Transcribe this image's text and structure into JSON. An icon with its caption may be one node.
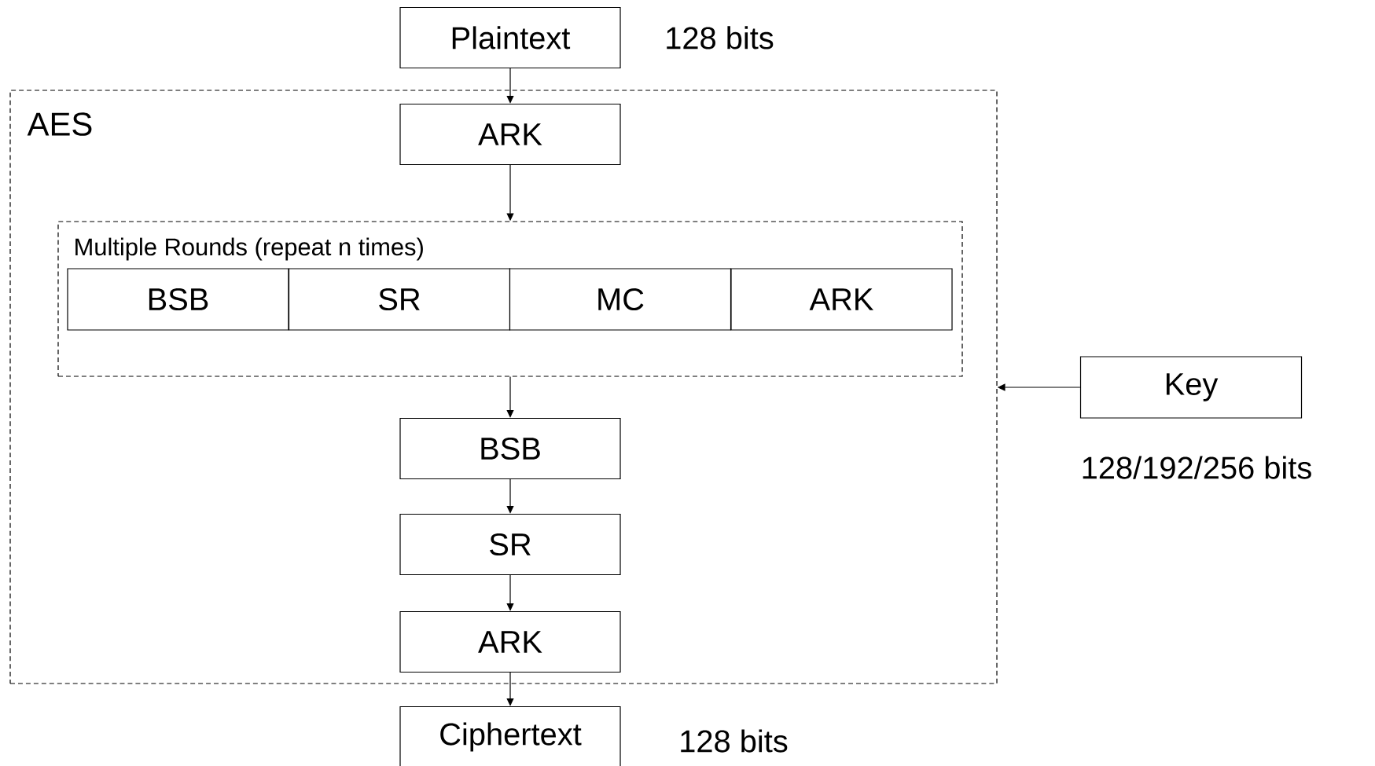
{
  "diagram": {
    "nodes": [
      {
        "text": [
          "Plaintext"
        ],
        "beside": [
          "128 bits"
        ]
      },
      {
        "text": [
          "AES"
        ]
      },
      {
        "text": [
          "ARK"
        ],
        "in": 1
      },
      {
        "text": [
          "Multiple Rounds (repeat n times)"
        ],
        "in": 1
      },
      {
        "text": [
          "BSB"
        ],
        "in": 3
      },
      {
        "text": [
          "SR"
        ],
        "in": 3
      },
      {
        "text": [
          "MC"
        ],
        "in": 3
      },
      {
        "text": [
          "ARK"
        ],
        "in": 3
      },
      {
        "text": [
          "BSB"
        ],
        "in": 1
      },
      {
        "text": [
          "SR"
        ],
        "in": 1
      },
      {
        "text": [
          "ARK"
        ],
        "in": 1
      },
      {
        "text": [
          "Ciphertext"
        ],
        "beside": [
          "128 bits"
        ]
      },
      {
        "text": [
          "Key"
        ],
        "beside": [
          "128/192/256 bits"
        ]
      }
    ],
    "edges": [
      {
        "from": 0,
        "to": 2,
        "arrow": "to"
      },
      {
        "from": 2,
        "to": 3,
        "arrow": "to"
      },
      {
        "from": 3,
        "to": 8,
        "arrow": "to"
      },
      {
        "from": 8,
        "to": 9,
        "arrow": "to"
      },
      {
        "from": 9,
        "to": 10,
        "arrow": "to"
      },
      {
        "from": 10,
        "to": 11,
        "arrow": "to"
      },
      {
        "from": 12,
        "to": 1,
        "arrow": "to"
      }
    ]
  }
}
